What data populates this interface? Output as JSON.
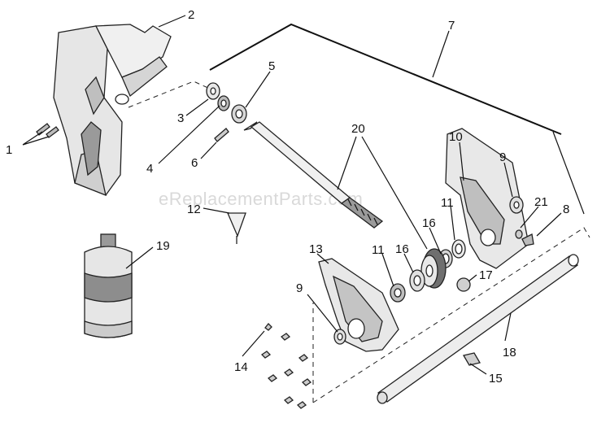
{
  "watermark": "eReplacementParts.com",
  "callouts": [
    {
      "id": "c1",
      "label": "1"
    },
    {
      "id": "c2",
      "label": "2"
    },
    {
      "id": "c3",
      "label": "3"
    },
    {
      "id": "c4",
      "label": "4"
    },
    {
      "id": "c5",
      "label": "5"
    },
    {
      "id": "c6",
      "label": "6"
    },
    {
      "id": "c7",
      "label": "7"
    },
    {
      "id": "c8",
      "label": "8"
    },
    {
      "id": "c9a",
      "label": "9"
    },
    {
      "id": "c9b",
      "label": "9"
    },
    {
      "id": "c10",
      "label": "10"
    },
    {
      "id": "c11a",
      "label": "11"
    },
    {
      "id": "c11b",
      "label": "11"
    },
    {
      "id": "c12",
      "label": "12"
    },
    {
      "id": "c13",
      "label": "13"
    },
    {
      "id": "c14",
      "label": "14"
    },
    {
      "id": "c15",
      "label": "15"
    },
    {
      "id": "c16a",
      "label": "16"
    },
    {
      "id": "c16b",
      "label": "16"
    },
    {
      "id": "c17",
      "label": "17"
    },
    {
      "id": "c18",
      "label": "18"
    },
    {
      "id": "c19",
      "label": "19"
    },
    {
      "id": "c20",
      "label": "20"
    },
    {
      "id": "c21",
      "label": "21"
    }
  ],
  "colors": {
    "ink": "#111111",
    "part_fill": "#e6e6e6",
    "part_dark": "#9a9a9a",
    "watermark": "#d9d9d9"
  }
}
